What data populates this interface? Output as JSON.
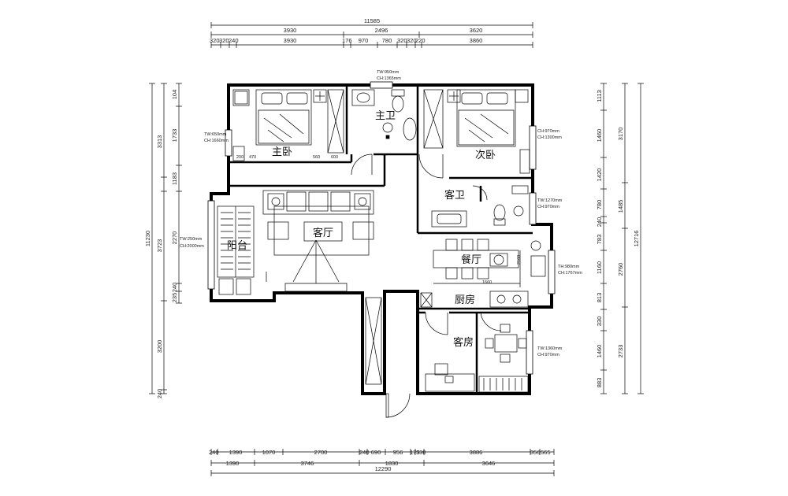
{
  "dims_top": {
    "total": "11585",
    "row2": [
      "3930",
      "2496",
      "3620"
    ],
    "row3": [
      "320",
      "320",
      "240",
      "3930",
      "176",
      "970",
      "780",
      "320",
      "320",
      "220",
      "3860"
    ]
  },
  "dims_bottom": {
    "row1": [
      "240",
      "1390",
      "1070",
      "2700",
      "240",
      "690",
      "956",
      "175",
      "330",
      "3886",
      "356",
      "565"
    ],
    "row2": [
      "1390",
      "3746",
      "1830",
      "3646"
    ],
    "total": "12290"
  },
  "dims_left": {
    "total": "11230",
    "outer": [
      "3313",
      "3723",
      "3200",
      "240"
    ],
    "inner": [
      "104",
      "1733",
      "1183",
      "2270",
      "240",
      "235"
    ]
  },
  "dims_right": {
    "total": "12716",
    "outer": [
      "3170",
      "1485",
      "2760",
      "2733"
    ],
    "inner": [
      "1113",
      "1460",
      "1420",
      "780",
      "240",
      "783",
      "1160",
      "813",
      "330",
      "1460",
      "883"
    ]
  },
  "rooms": {
    "master_bedroom": "主卧",
    "master_bath": "主卫",
    "second_bedroom": "次卧",
    "guest_bath": "客卫",
    "living_room": "客厅",
    "balcony": "阳台",
    "dining_room": "餐厅",
    "kitchen": "厨房",
    "guest_room": "客房"
  },
  "notes": {
    "master_bedroom_window": [
      "TW:650mm",
      "CH:1660mm"
    ],
    "master_bath_window": [
      "TW:950mm",
      "CH:1365mm"
    ],
    "second_bedroom_window": [
      "CH:970mm",
      "CH:1300mm"
    ],
    "guest_bath_window": [
      "TW:1270mm",
      "CH:970mm"
    ],
    "balcony_window": [
      "TW:250mm",
      "CH:2000mm"
    ],
    "dining_window": [
      "TH:980mm",
      "CH:1767mm"
    ],
    "guest_room_window": [
      "TW:1360mm",
      "CH:970mm"
    ],
    "bedroom_dims": [
      "200",
      "470",
      "560",
      "600"
    ],
    "dining_dims": [
      "2160",
      "1660"
    ]
  }
}
